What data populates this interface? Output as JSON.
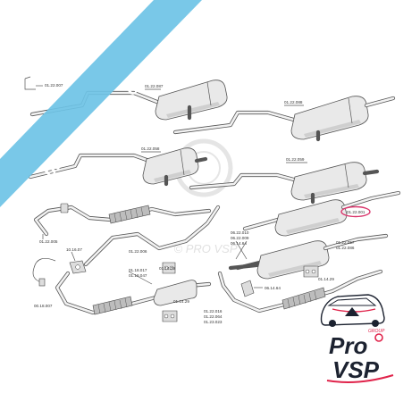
{
  "watermark_banner": "pro-piece-vsp.com",
  "watermark_center": "© PRO VSP",
  "labels": {
    "l01": "01.22.007",
    "l02": "01.22.087",
    "l03": "01.22.088",
    "l04": "01.22.058",
    "l05": "01.22.059",
    "l06": "01.22.005",
    "l07": "10.16.07",
    "l08": "01.22.006",
    "l09": "01.14.29",
    "l10": "01.18.017",
    "l11": "01.18.047",
    "l12": "00.18.007",
    "l13": "01.14.29",
    "l14": "06.22.010",
    "l15": "06.22.009",
    "l16": "06.14.64",
    "l17": "01.22.057",
    "l18": "01.22.086",
    "l19": "06.14.64",
    "l20": "01.14.29",
    "l21": "01.22.016",
    "l22": "01.22.064",
    "l23": "01.23.023",
    "l24": "01.22.001"
  },
  "logo": {
    "group": "GROUP",
    "line1": "Pro",
    "line2": "VSP"
  },
  "colors": {
    "banner": "#6ec3e6",
    "logo_accent": "#e0244b",
    "logo_dark": "#1c2230",
    "highlight": "#d9346b"
  }
}
